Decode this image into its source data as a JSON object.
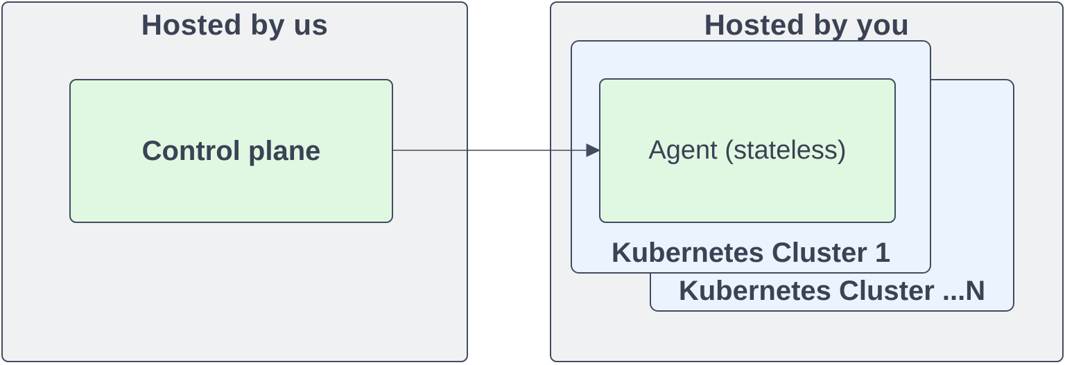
{
  "colors": {
    "canvas_bg": "#ffffff",
    "container_fill": "#f0f1f3",
    "cluster_fill": "#ebf3fe",
    "node_fill": "#e0f8e2",
    "border": "#414c5f",
    "text": "#3a4254"
  },
  "hosted_by_us": {
    "title": "Hosted by us",
    "control_plane": {
      "label": "Control plane"
    }
  },
  "hosted_by_you": {
    "title": "Hosted by you",
    "clusters": [
      {
        "label": "Kubernetes Cluster 1",
        "agent": {
          "label": "Agent (stateless)"
        }
      },
      {
        "label": "Kubernetes Cluster ...N"
      }
    ]
  },
  "edges": [
    {
      "from": "Control plane",
      "to": "Agent (stateless)"
    }
  ]
}
